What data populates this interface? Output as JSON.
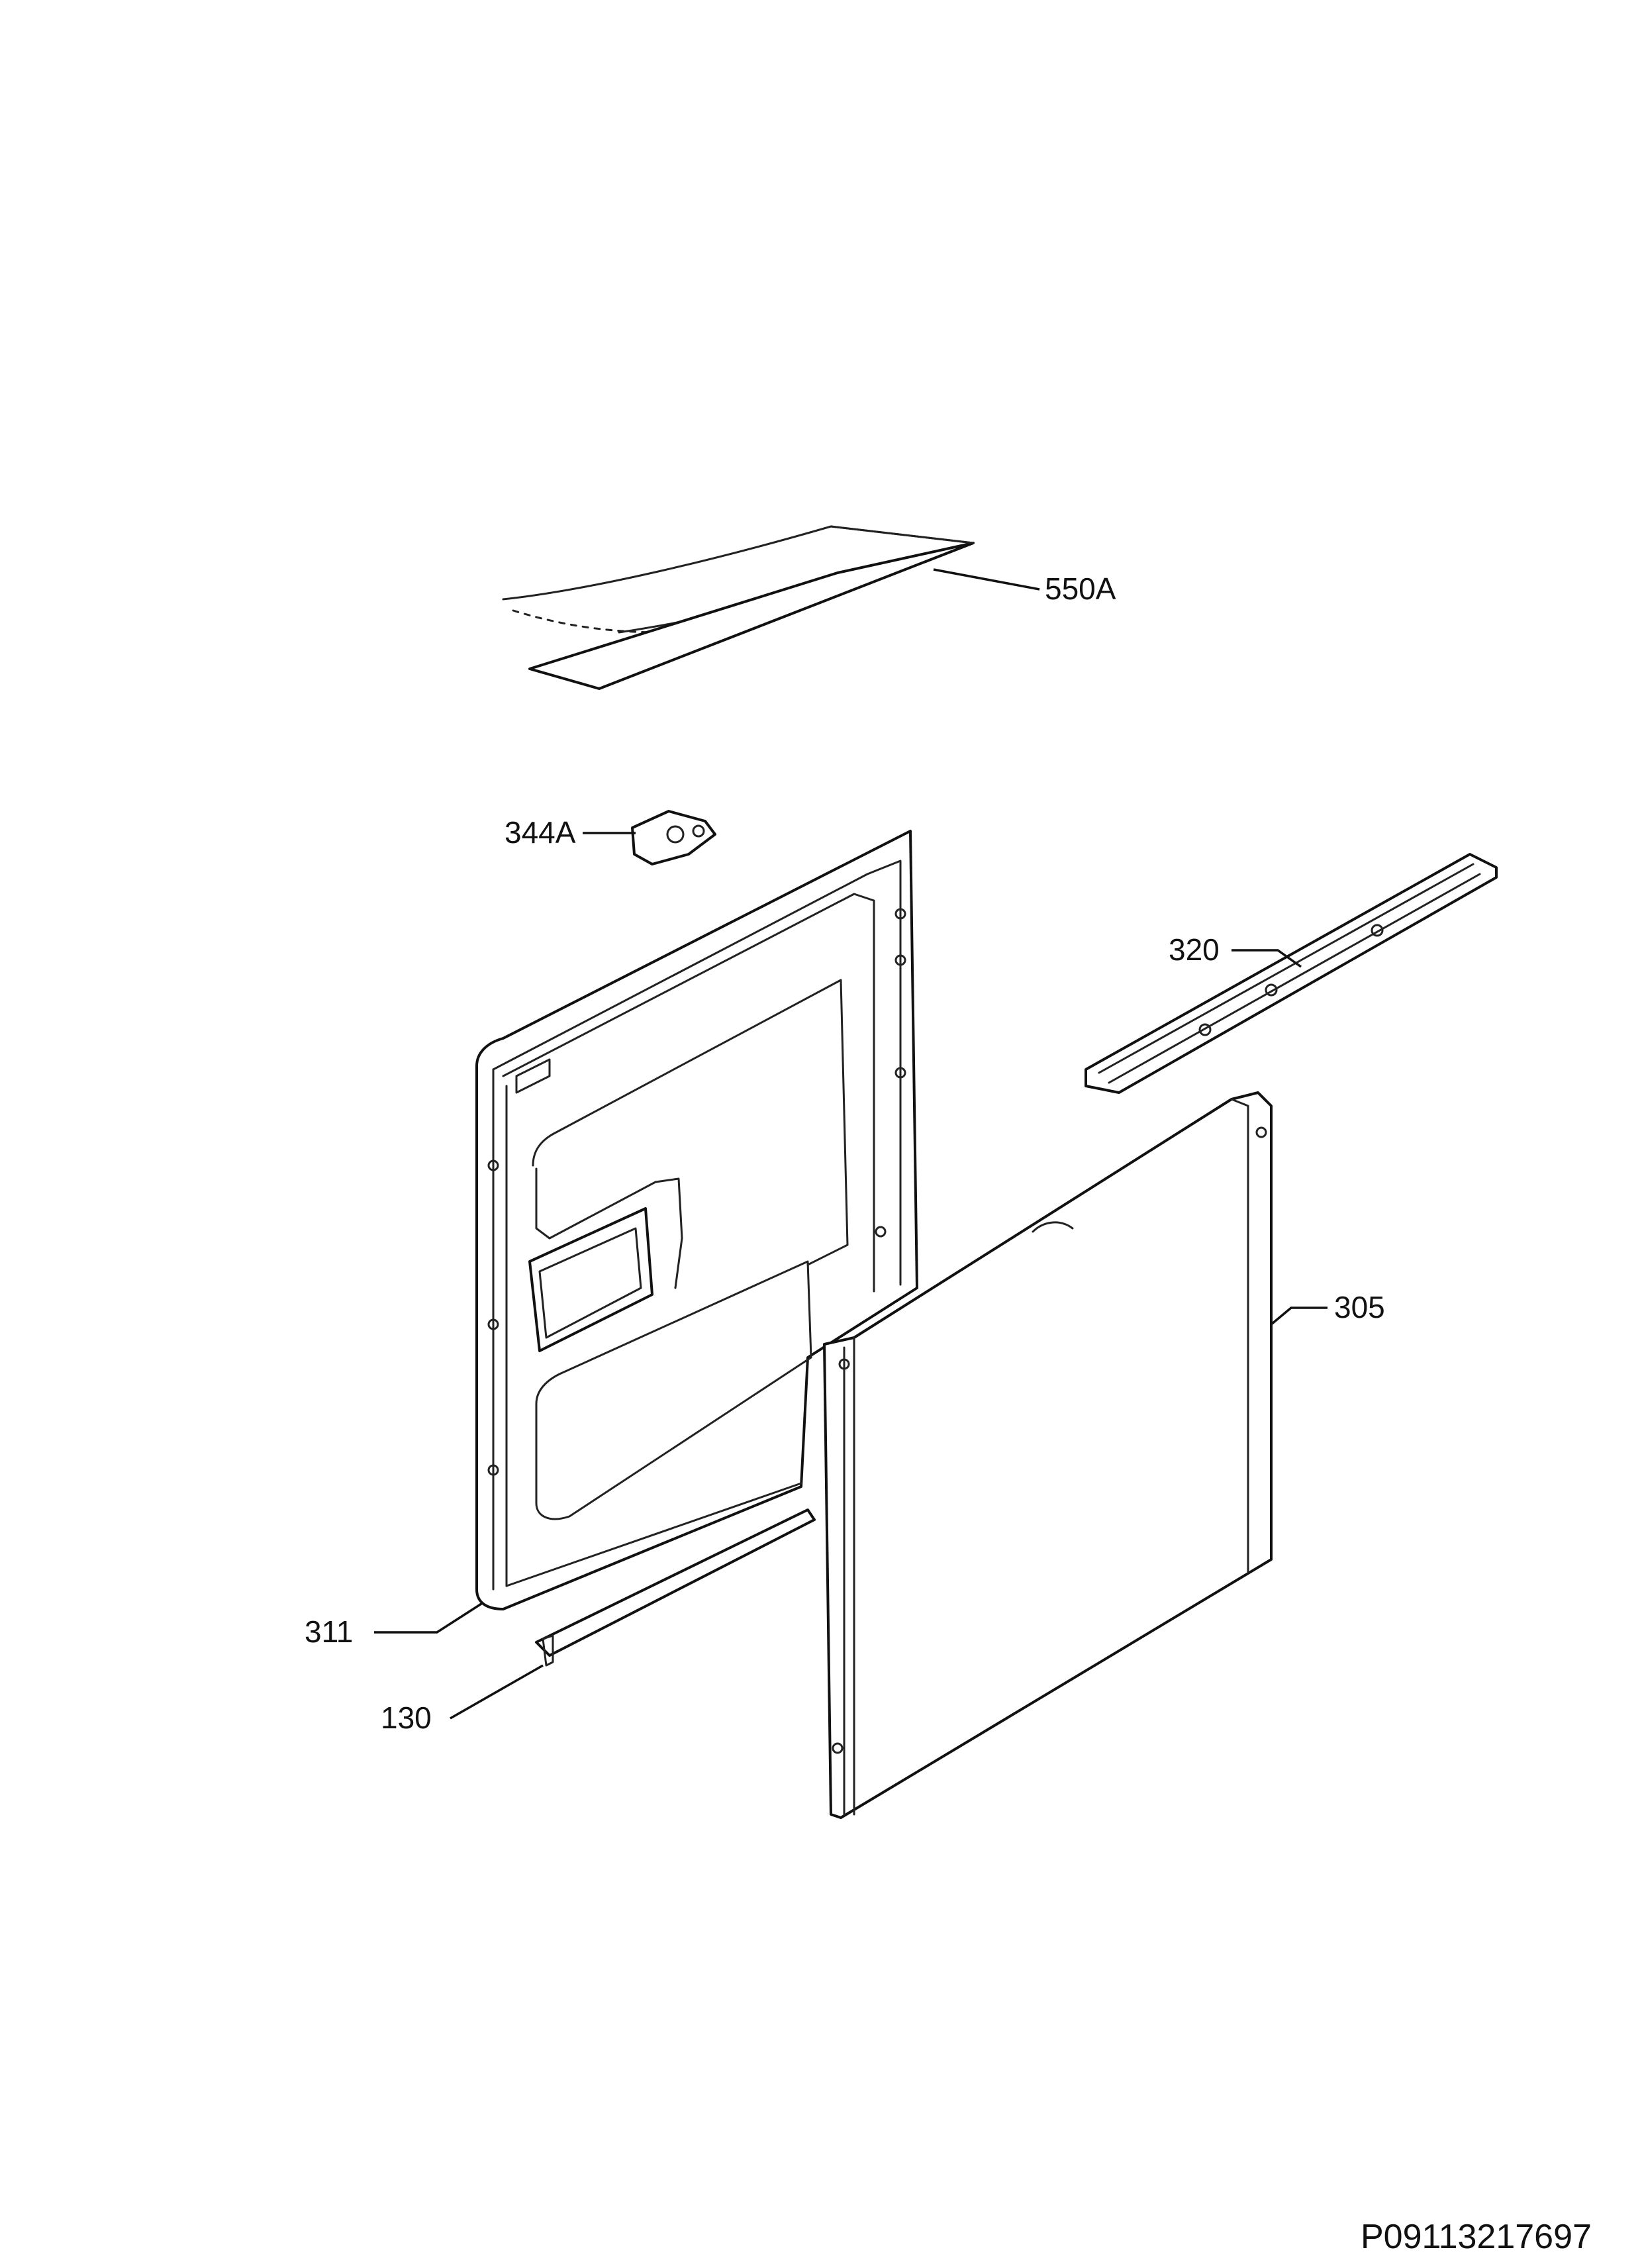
{
  "diagram": {
    "callouts": {
      "c550a": "550A",
      "c344a": "344A",
      "c320": "320",
      "c305": "305",
      "c311": "311",
      "c130": "130"
    },
    "code": "P09113217697"
  }
}
